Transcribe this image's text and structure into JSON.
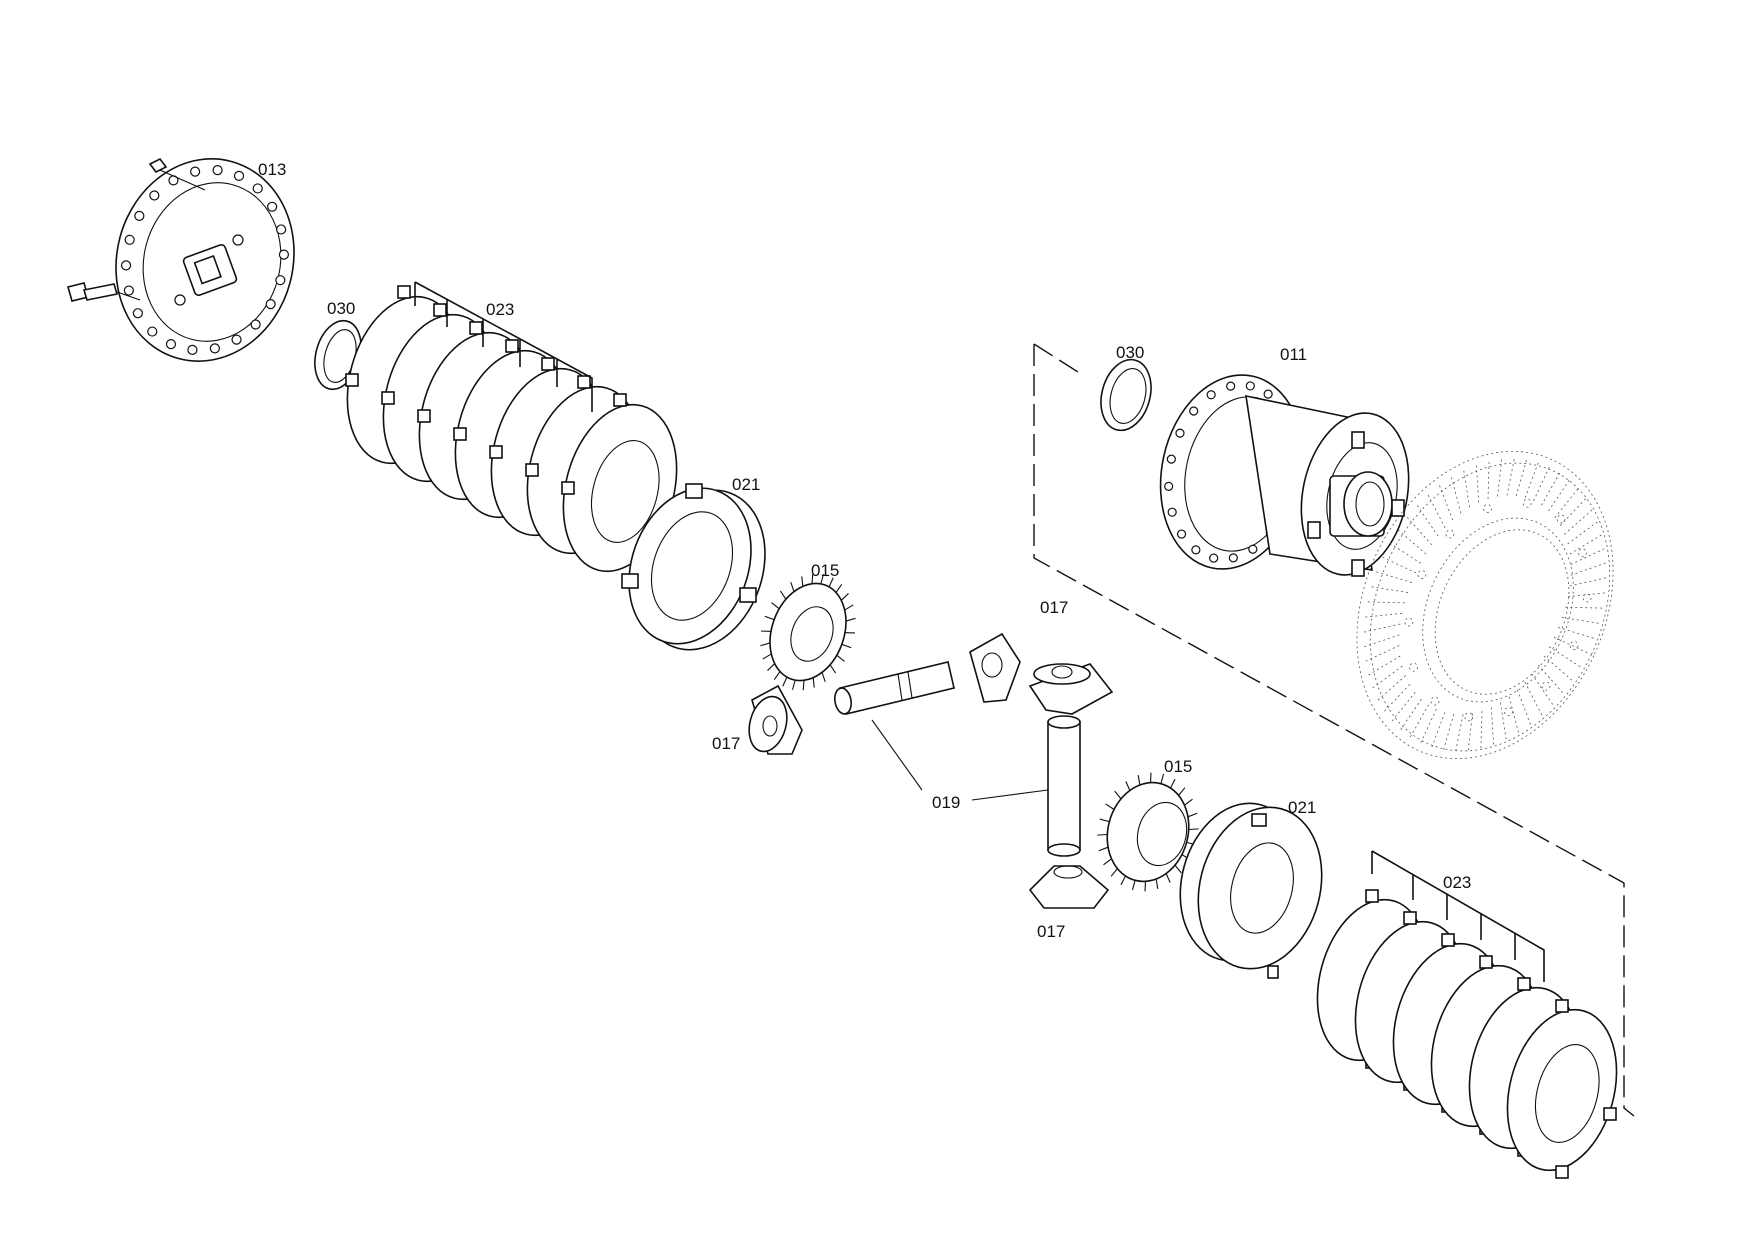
{
  "labels": {
    "l013": "013",
    "l030a": "030",
    "l023a": "023",
    "l021a": "021",
    "l015a": "015",
    "l017a": "017",
    "l017b": "017",
    "l019": "019",
    "l017c": "017",
    "l015b": "015",
    "l021b": "021",
    "l023b": "023",
    "l030b": "030",
    "l011": "011"
  }
}
